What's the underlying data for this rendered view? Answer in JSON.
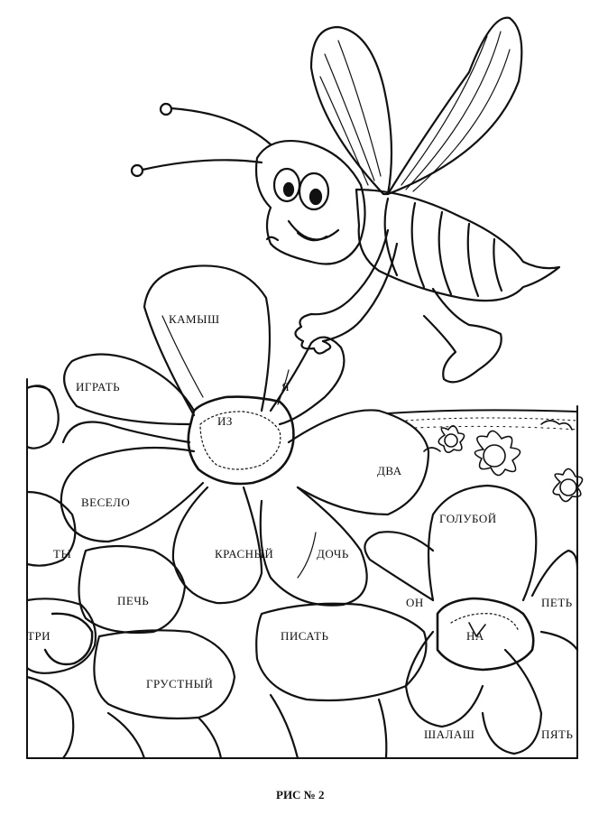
{
  "words": [
    {
      "id": "kamysh",
      "text": "КАМЫШ"
    },
    {
      "id": "igrat",
      "text": "ИГРАТЬ"
    },
    {
      "id": "ya",
      "text": "Я"
    },
    {
      "id": "iz",
      "text": "ИЗ"
    },
    {
      "id": "dva",
      "text": "ДВА"
    },
    {
      "id": "veselo",
      "text": "ВЕСЕЛО"
    },
    {
      "id": "goluboy",
      "text": "ГОЛУБОЙ"
    },
    {
      "id": "ty",
      "text": "ТЫ"
    },
    {
      "id": "krasny",
      "text": "КРАСНЫЙ"
    },
    {
      "id": "doch",
      "text": "ДОЧЬ"
    },
    {
      "id": "pech",
      "text": "ПЕЧЬ"
    },
    {
      "id": "on",
      "text": "ОН"
    },
    {
      "id": "pet",
      "text": "ПЕТЬ"
    },
    {
      "id": "tri",
      "text": "ТРИ"
    },
    {
      "id": "pisat",
      "text": "ПИСАТЬ"
    },
    {
      "id": "na",
      "text": "НА"
    },
    {
      "id": "grustny",
      "text": "ГРУСТНЫЙ"
    },
    {
      "id": "shalash",
      "text": "ШАЛАШ"
    },
    {
      "id": "pyat",
      "text": "ПЯТЬ"
    }
  ],
  "caption": "РИС № 2",
  "colors": {
    "ink": "#111111",
    "paper": "#ffffff"
  }
}
